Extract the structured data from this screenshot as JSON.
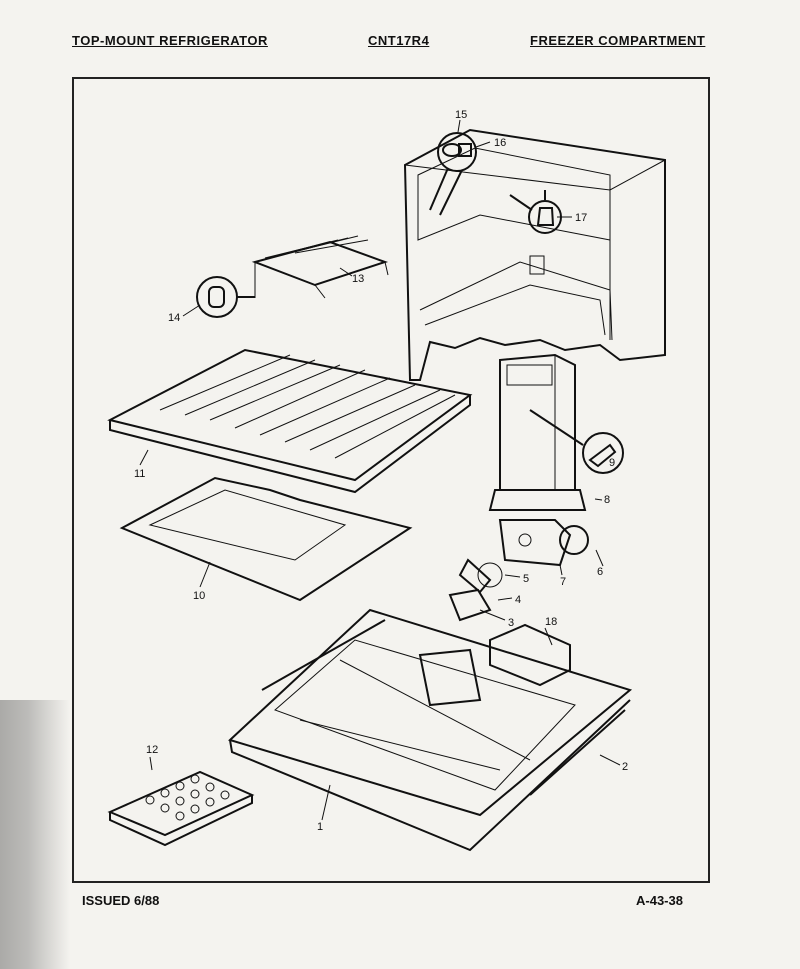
{
  "header": {
    "left": "TOP-MOUNT REFRIGERATOR",
    "model": "CNT17R4",
    "section": "FREEZER COMPARTMENT"
  },
  "footer": {
    "issued": "ISSUED 6/88",
    "page_code": "A-43-38"
  },
  "callouts": [
    "1",
    "2",
    "3",
    "4",
    "5",
    "6",
    "7",
    "8",
    "9",
    "10",
    "11",
    "12",
    "13",
    "14",
    "15",
    "16",
    "17",
    "18"
  ]
}
